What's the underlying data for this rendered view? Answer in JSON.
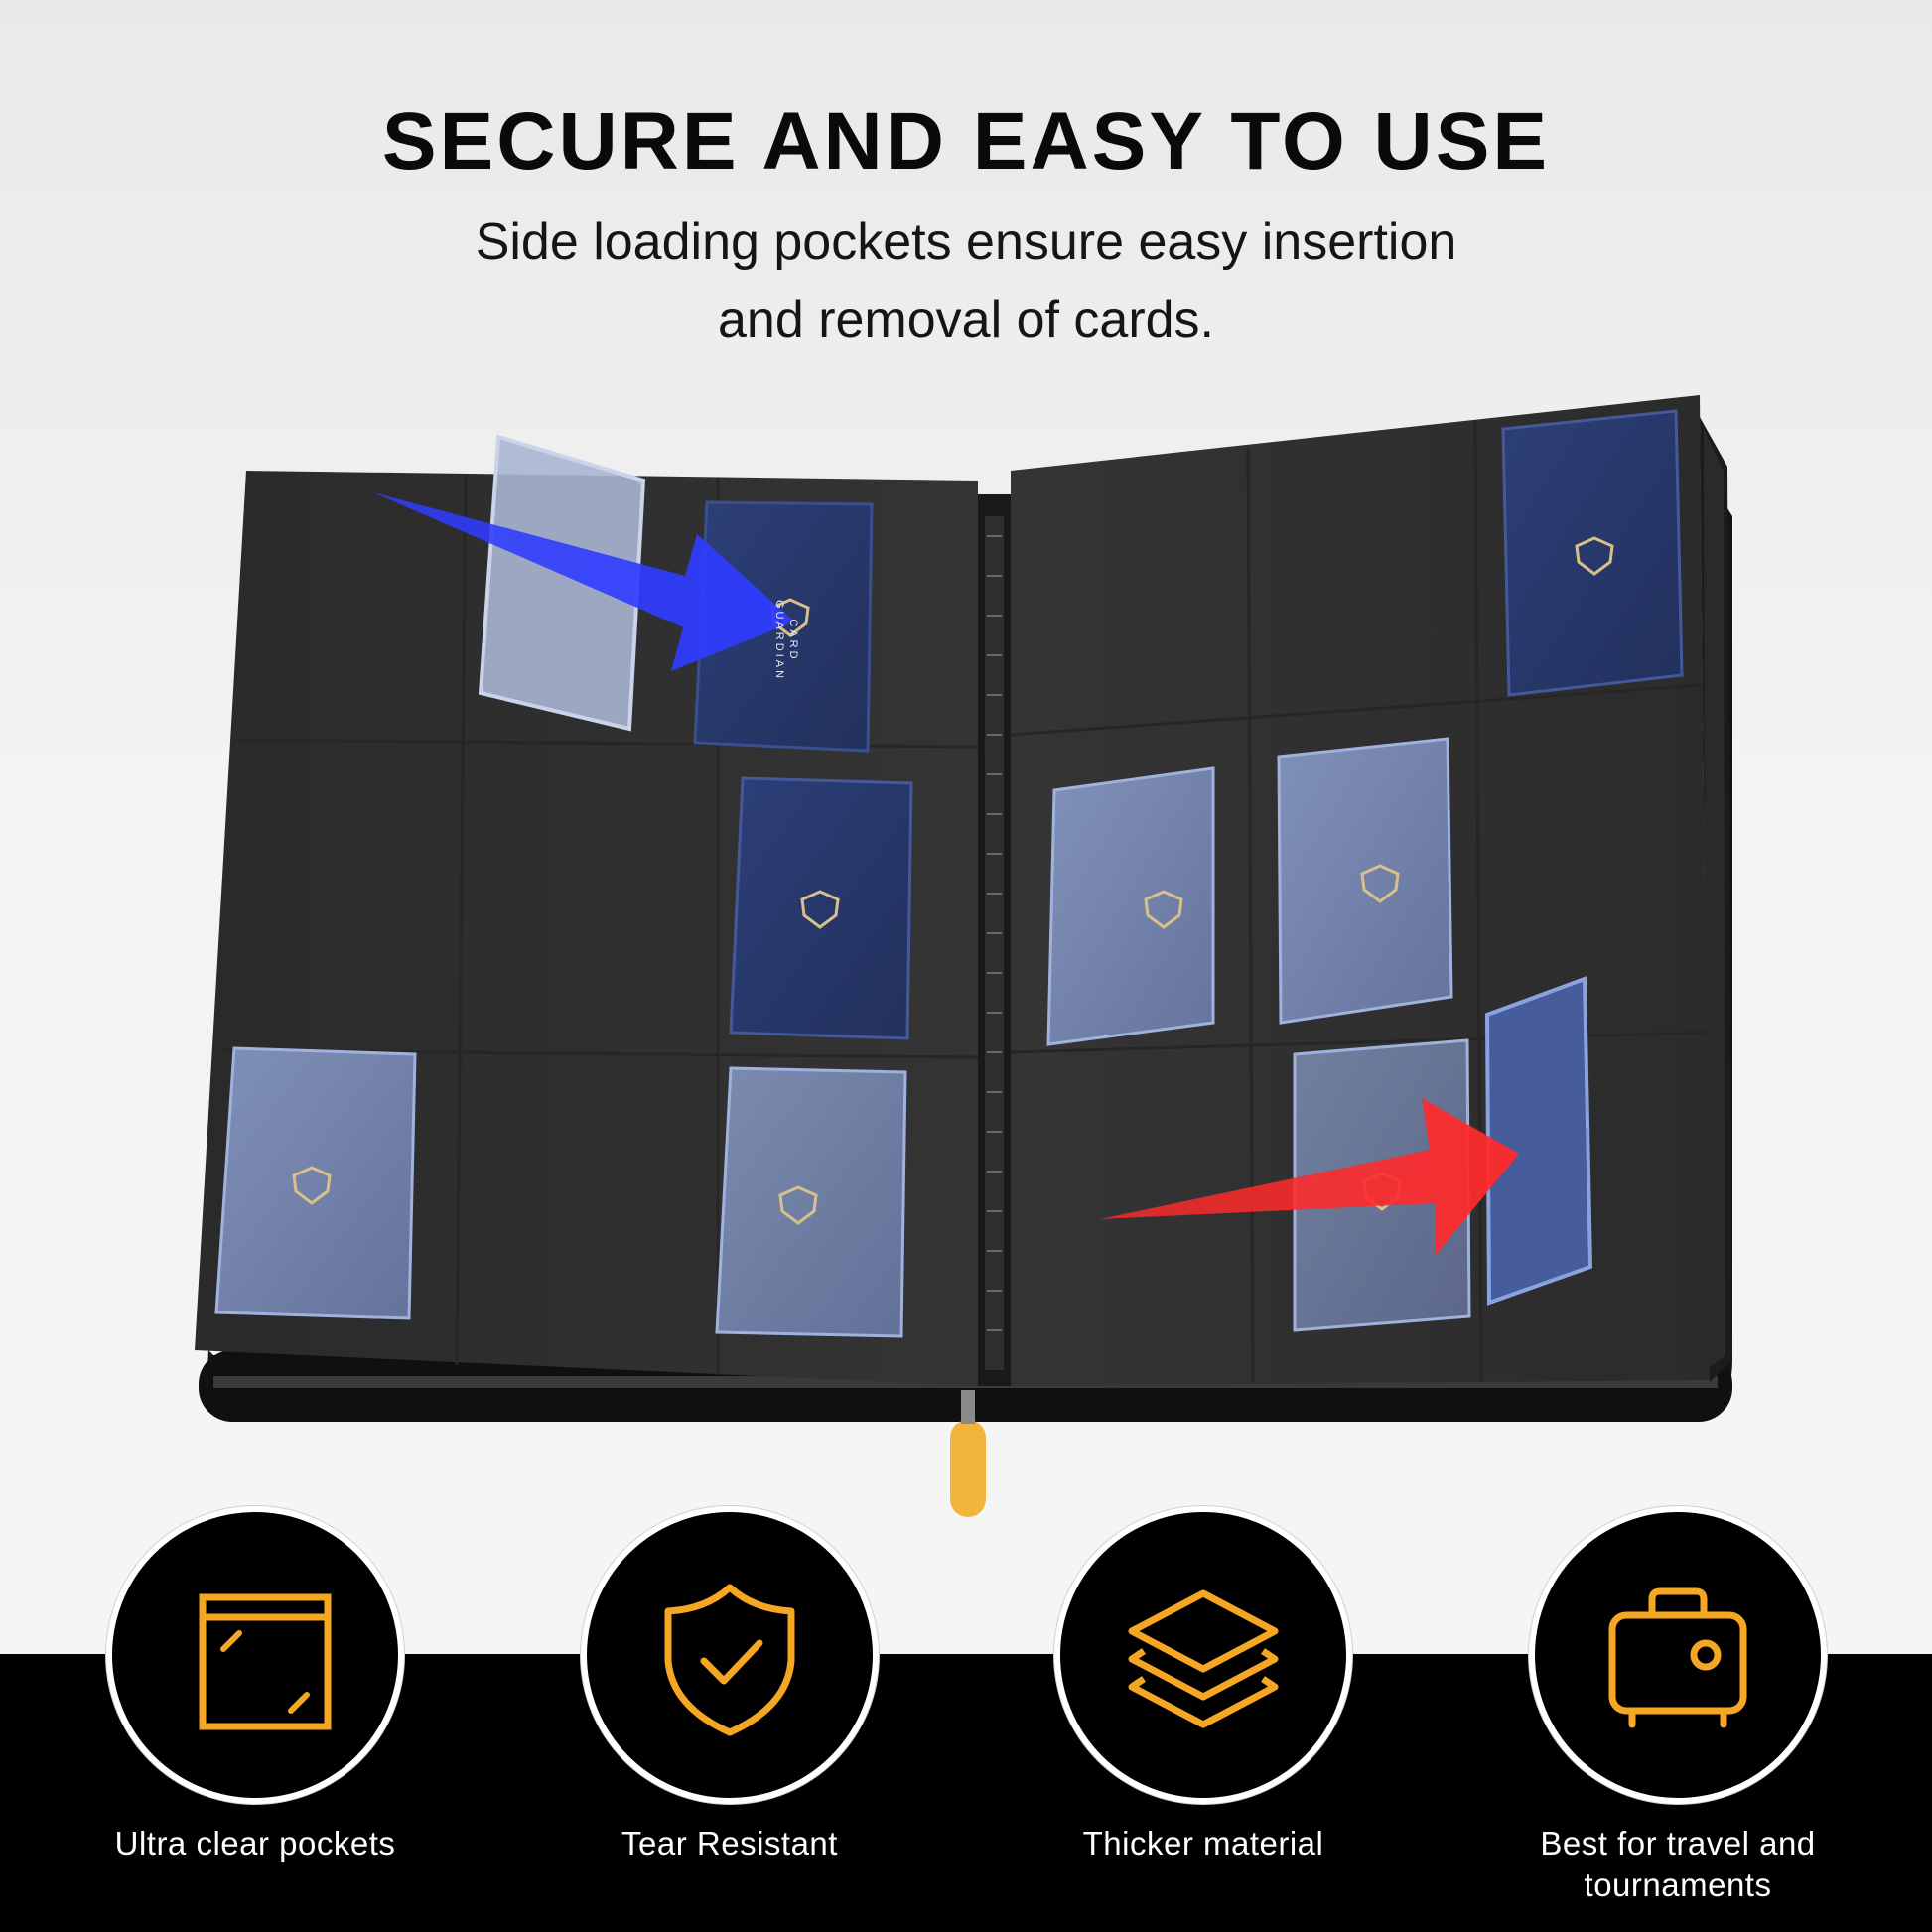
{
  "header": {
    "title": "SECURE AND EASY TO USE",
    "subtitle_line1": "Side loading pockets ensure easy insertion",
    "subtitle_line2": "and removal of cards."
  },
  "product": {
    "card_brand_line1": "CARD",
    "card_brand_line2": "GUARDIAN",
    "arrow_colors": {
      "insert": "#2f3cff",
      "remove": "#ff2a2a"
    },
    "zipper_pull_color": "#f2b43a"
  },
  "features": [
    {
      "label": "Ultra clear pockets",
      "icon": "pocket-icon"
    },
    {
      "label": "Tear Resistant",
      "icon": "shield-check-icon"
    },
    {
      "label": "Thicker material",
      "icon": "layers-icon"
    },
    {
      "label": "Best for travel and",
      "label_line2": "tournaments",
      "icon": "suitcase-icon"
    }
  ],
  "colors": {
    "icon_accent": "#f5a623",
    "band": "#000000",
    "binder": "#2d2d2d"
  }
}
